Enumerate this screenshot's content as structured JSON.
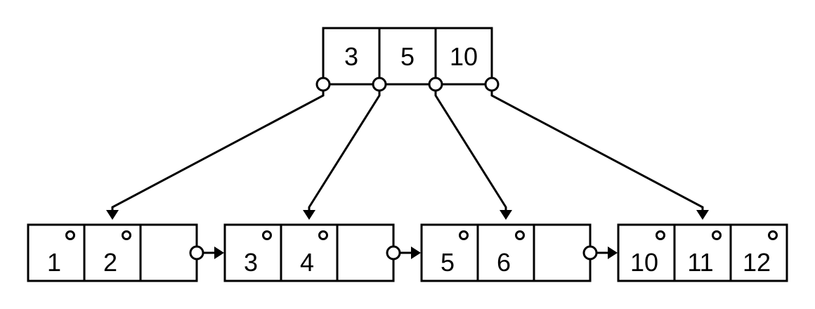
{
  "diagram": {
    "type": "b-plus-tree",
    "root": {
      "keys": [
        "3",
        "5",
        "10"
      ]
    },
    "leaves": [
      {
        "keys": [
          "1",
          "2",
          ""
        ]
      },
      {
        "keys": [
          "3",
          "4",
          ""
        ]
      },
      {
        "keys": [
          "5",
          "6",
          ""
        ]
      },
      {
        "keys": [
          "10",
          "11",
          "12"
        ]
      }
    ],
    "edges": [
      {
        "from": "root.pointer.0",
        "to": "leaves.0"
      },
      {
        "from": "root.pointer.1",
        "to": "leaves.1"
      },
      {
        "from": "root.pointer.2",
        "to": "leaves.2"
      },
      {
        "from": "root.pointer.3",
        "to": "leaves.3"
      }
    ],
    "sibling_links": [
      {
        "from": "leaves.0",
        "to": "leaves.1"
      },
      {
        "from": "leaves.1",
        "to": "leaves.2"
      },
      {
        "from": "leaves.2",
        "to": "leaves.3"
      }
    ],
    "colors": {
      "stroke": "#000000",
      "fill": "#ffffff"
    }
  }
}
